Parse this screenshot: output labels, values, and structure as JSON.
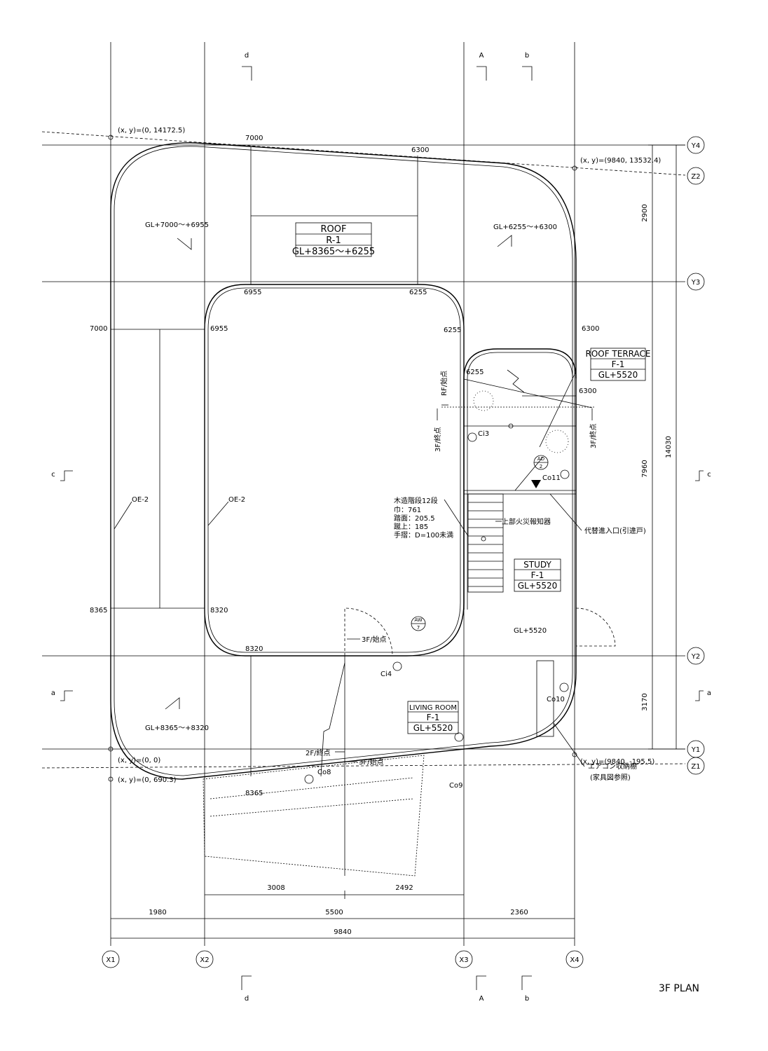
{
  "title": "3F PLAN",
  "grid_labels": {
    "x1": "X1",
    "x2": "X2",
    "x3": "X3",
    "x4": "X4",
    "y1": "Y1",
    "y2": "Y2",
    "y3": "Y3",
    "y4": "Y4",
    "z1": "Z1",
    "z2": "Z2"
  },
  "section_marks": {
    "a": "a",
    "b": "b",
    "c": "c",
    "d": "d",
    "A": "A"
  },
  "coords": {
    "p0": "(x, y)=(0, 14172.5)",
    "p1": "(x, y)=(9840, 13532.4)",
    "p2": "(x, y)=(0, 690.3)",
    "p3": "(x, y)=(0, 0)",
    "p4": "(x, y)=(9840, -195.5)"
  },
  "rooms": {
    "roof": {
      "name": "ROOF",
      "code": "R-1",
      "level": "GL+8365～+6255"
    },
    "terrace": {
      "name": "ROOF TERRACE",
      "code": "F-1",
      "level": "GL+5520"
    },
    "study": {
      "name": "STUDY",
      "code": "F-1",
      "level": "GL+5520"
    },
    "living": {
      "name": "LIVING ROOM",
      "code": "F-1",
      "level": "GL+5520"
    }
  },
  "slopes": {
    "nw": "GL+7000～+6955",
    "ne": "GL+6255～+6300",
    "sw": "GL+8365～+8320",
    "study_gl": "GL+5520"
  },
  "heights": {
    "h7000a": "7000",
    "h6300a": "6300",
    "h6955a": "6955",
    "h6255a": "6255",
    "h7000b": "7000",
    "h6955b": "6955",
    "h6255b": "6255",
    "h6300b": "6300",
    "h6255c": "6255",
    "h6300c": "6300",
    "h8365a": "8365",
    "h8320a": "8320",
    "h8320b": "8320",
    "h8365b": "8365"
  },
  "edges": {
    "oe1": "OE-2",
    "oe2": "OE-2"
  },
  "stair": {
    "l1": "木造階段12段",
    "l2": "巾：761",
    "l3": "踏面：205.5",
    "l4": "蹴上：185",
    "l5": "手摺：D=100未満"
  },
  "notes": {
    "alarm": "上部火災報知器",
    "entry": "代替進入口(引違戸)",
    "aircon1": "エアコン収納棚",
    "aircon2": "(家具図参照)",
    "rf_start": "RF/始点",
    "end3f_left": "3F/終点",
    "end3f_right": "3F/終点",
    "start3f_a": "3F/始点",
    "end2f": "2F/終点",
    "start3f_b": "3F/始点"
  },
  "tags": {
    "ci3": "Ci3",
    "ci4": "Ci4",
    "co11": "Co11",
    "co10": "Co10",
    "co8": "Co8",
    "co9": "Co9",
    "ad_top": "AD",
    "ad_bot": "2",
    "aw_top": "AW",
    "aw_bot": "7"
  },
  "dims": {
    "d3008": "3008",
    "d2492": "2492",
    "d1980": "1980",
    "d5500": "5500",
    "d2360": "2360",
    "d9840": "9840",
    "d2900": "2900",
    "d7960": "7960",
    "d3170": "3170",
    "d14030": "14030"
  }
}
